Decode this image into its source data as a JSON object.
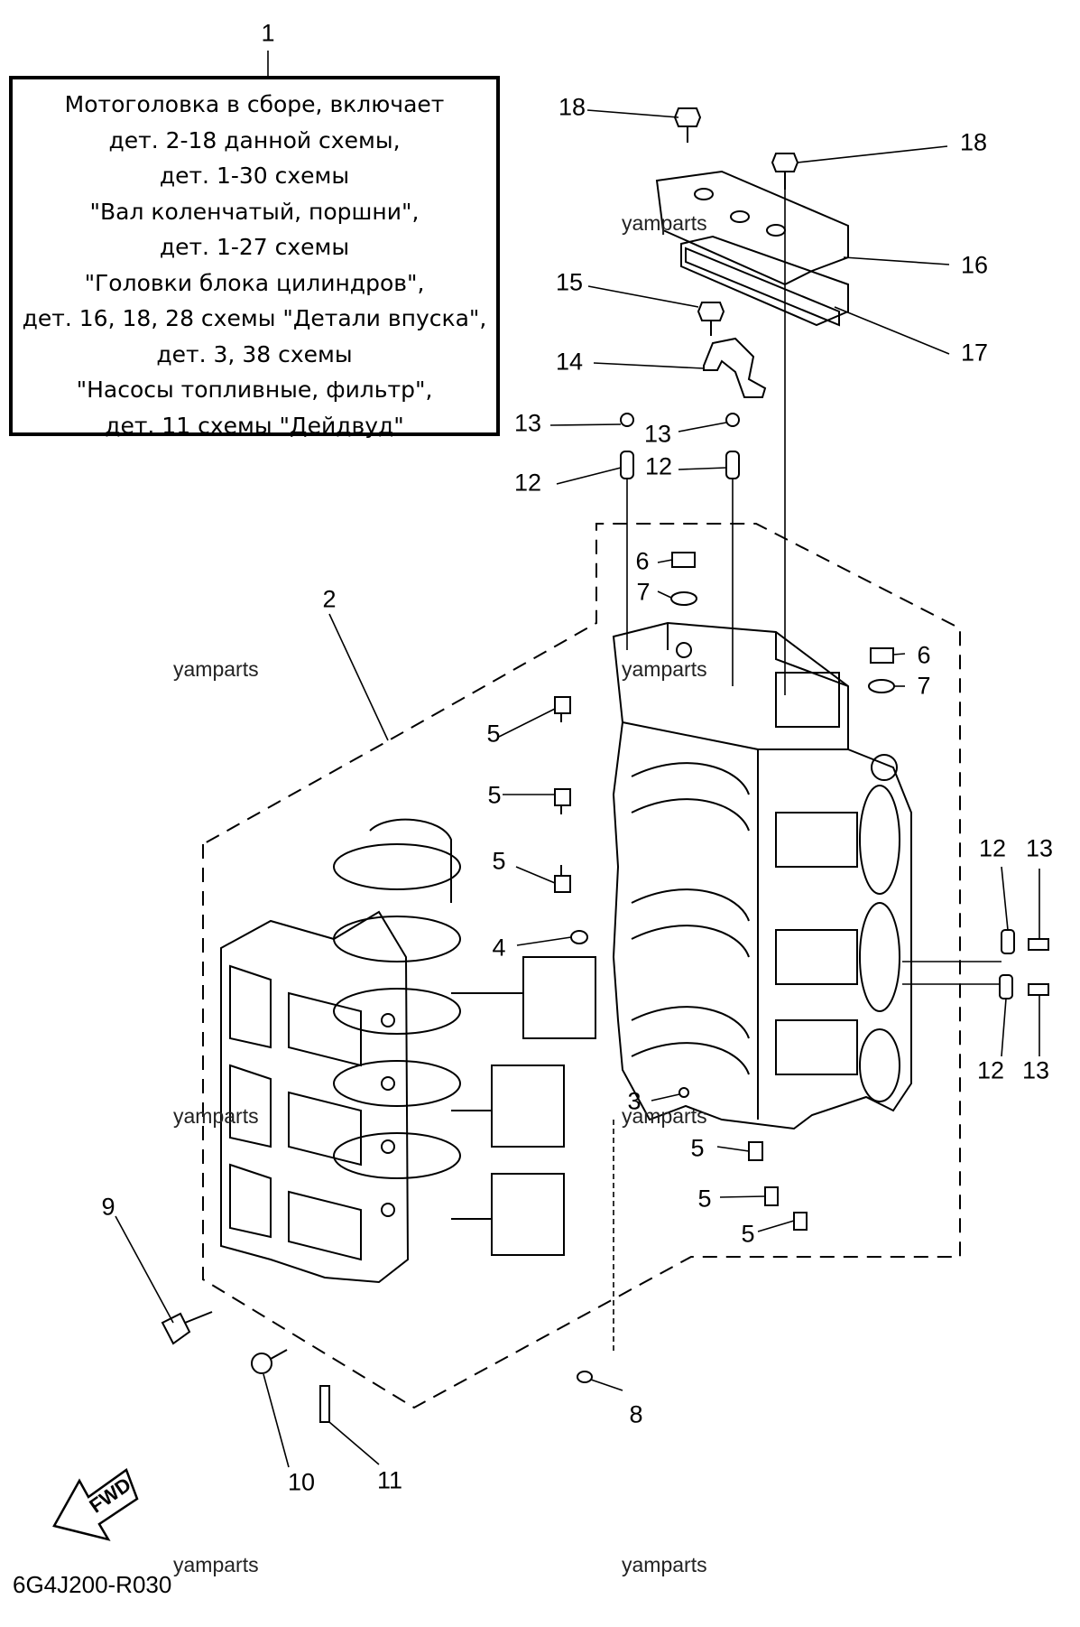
{
  "note": {
    "number": "1",
    "lines": [
      "Мотоголовка в сборе, включает",
      "дет. 2-18 данной схемы,",
      "дет. 1-30 схемы",
      "\"Вал коленчатый, поршни\",",
      "дет. 1-27 схемы",
      "\"Головки блока цилиндров\",",
      "дет. 16, 18, 28 схемы \"Детали впуска\",",
      "дет. 3, 38 схемы",
      "\"Насосы топливные, фильтр\",",
      "дет. 11 схемы \"Дейдвуд\""
    ]
  },
  "callouts": [
    {
      "id": "c1",
      "label": "1"
    },
    {
      "id": "c2",
      "label": "2"
    },
    {
      "id": "c3",
      "label": "3"
    },
    {
      "id": "c4",
      "label": "4"
    },
    {
      "id": "c5a",
      "label": "5"
    },
    {
      "id": "c5b",
      "label": "5"
    },
    {
      "id": "c5c",
      "label": "5"
    },
    {
      "id": "c5d",
      "label": "5"
    },
    {
      "id": "c5e",
      "label": "5"
    },
    {
      "id": "c5f",
      "label": "5"
    },
    {
      "id": "c6a",
      "label": "6"
    },
    {
      "id": "c6b",
      "label": "6"
    },
    {
      "id": "c7a",
      "label": "7"
    },
    {
      "id": "c7b",
      "label": "7"
    },
    {
      "id": "c8",
      "label": "8"
    },
    {
      "id": "c9",
      "label": "9"
    },
    {
      "id": "c10",
      "label": "10"
    },
    {
      "id": "c11",
      "label": "11"
    },
    {
      "id": "c12a",
      "label": "12"
    },
    {
      "id": "c12b",
      "label": "12"
    },
    {
      "id": "c12c",
      "label": "12"
    },
    {
      "id": "c12d",
      "label": "12"
    },
    {
      "id": "c13a",
      "label": "13"
    },
    {
      "id": "c13b",
      "label": "13"
    },
    {
      "id": "c13c",
      "label": "13"
    },
    {
      "id": "c13d",
      "label": "13"
    },
    {
      "id": "c14",
      "label": "14"
    },
    {
      "id": "c15",
      "label": "15"
    },
    {
      "id": "c16",
      "label": "16"
    },
    {
      "id": "c17",
      "label": "17"
    },
    {
      "id": "c18a",
      "label": "18"
    },
    {
      "id": "c18b",
      "label": "18"
    }
  ],
  "watermark": "yamparts",
  "diagram_code": "6G4J200-R030",
  "fwd_label": "FWD"
}
